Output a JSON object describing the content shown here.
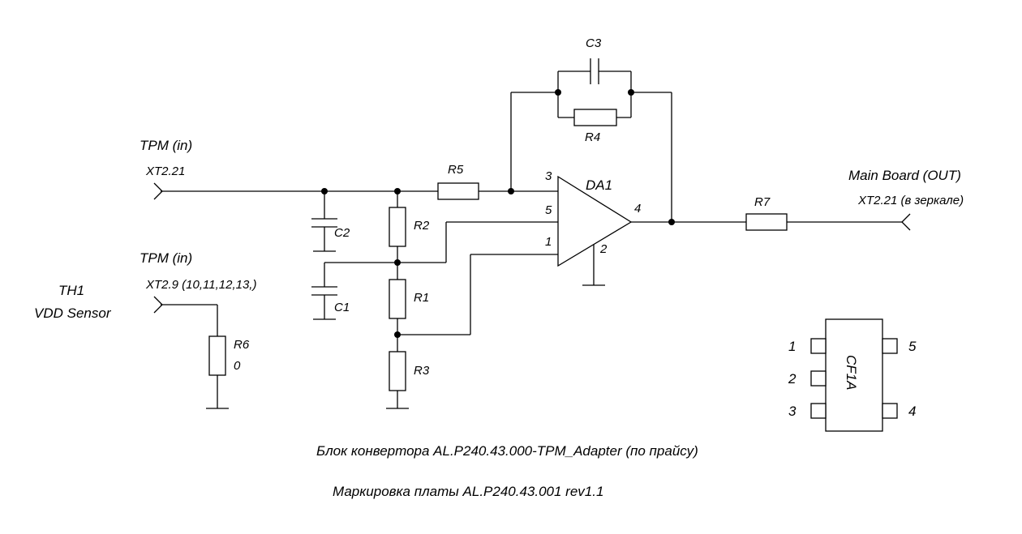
{
  "inputs": {
    "tpm_in_1": {
      "title": "TPM (in)",
      "connector": "XT2.21"
    },
    "tpm_in_2": {
      "title": "TPM (in)",
      "connector": "XT2.9 (10,11,12,13,)"
    },
    "sensor_line1": "TH1",
    "sensor_line2": "VDD Sensor"
  },
  "output": {
    "title": "Main Board (OUT)",
    "connector": "XT2.21 (в зеркале)"
  },
  "components": {
    "c1": "C1",
    "c2": "C2",
    "c3": "C3",
    "r1": "R1",
    "r2": "R2",
    "r3": "R3",
    "r4": "R4",
    "r5": "R5",
    "r6": "R6",
    "r6_value": "0",
    "r7": "R7",
    "opamp": "DA1"
  },
  "opamp_pins": {
    "p1": "1",
    "p2": "2",
    "p3": "3",
    "p4": "4",
    "p5": "5"
  },
  "package": {
    "name": "CF1A",
    "pin1": "1",
    "pin2": "2",
    "pin3": "3",
    "pin4": "4",
    "pin5": "5"
  },
  "caption": {
    "line1": "Блок конвертора AL.P240.43.000-TPM_Adapter (по прайсу)",
    "line2": "Маркировка платы AL.P240.43.001 rev1.1"
  }
}
